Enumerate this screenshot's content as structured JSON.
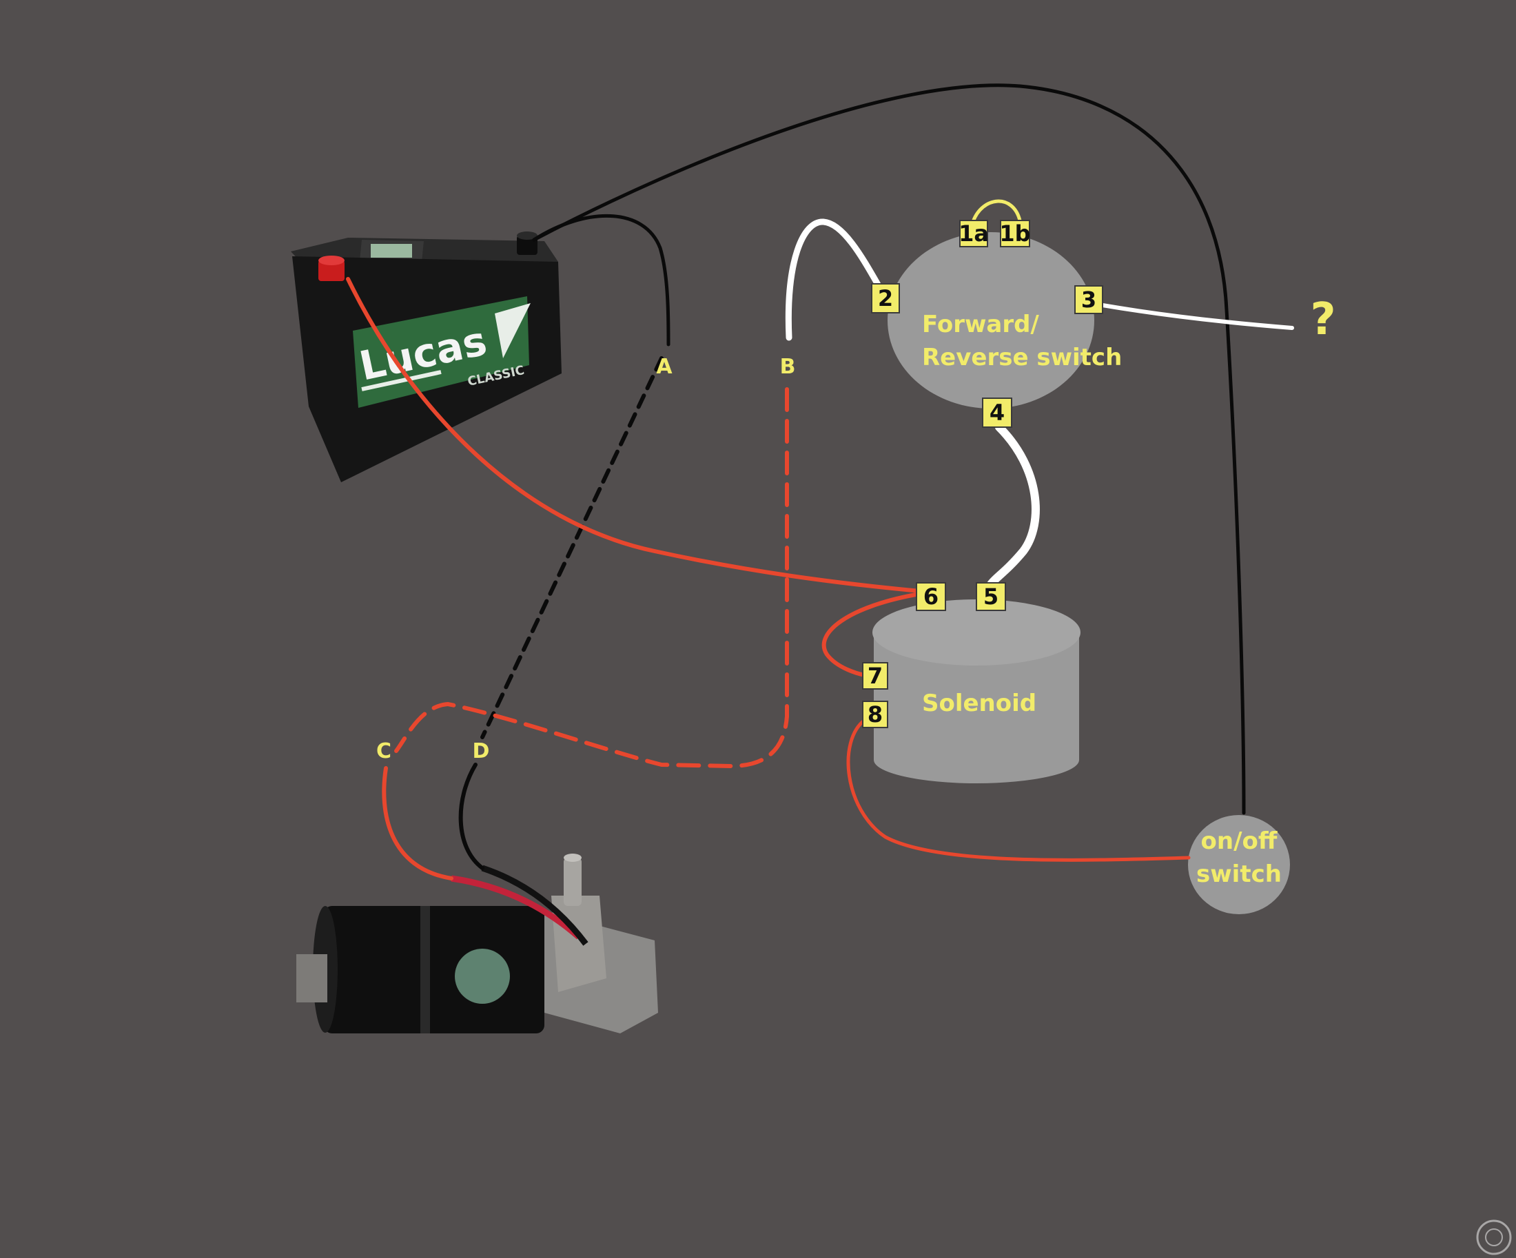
{
  "components": {
    "battery": {
      "brand": "Lucas",
      "model": "CLASSIC"
    },
    "fr_switch": {
      "line1": "Forward/",
      "line2": "Reverse switch"
    },
    "solenoid": {
      "label": "Solenoid"
    },
    "onoff_switch": {
      "line1": "on/off",
      "line2": "switch"
    }
  },
  "terminals": {
    "t1a": "1a",
    "t1b": "1b",
    "t2": "2",
    "t3": "3",
    "t4": "4",
    "t5": "5",
    "t6": "6",
    "t7": "7",
    "t8": "8"
  },
  "wire_labels": {
    "a": "A",
    "b": "B",
    "c": "C",
    "d": "D"
  },
  "unknown_mark": "?",
  "colors": {
    "background": "#524e4e",
    "component_gray": "#9a9a9a",
    "terminal_yellow": "#f2ec6a",
    "wire_red": "#e8472e",
    "wire_black": "#0a0a0a",
    "wire_white": "#ffffff"
  }
}
